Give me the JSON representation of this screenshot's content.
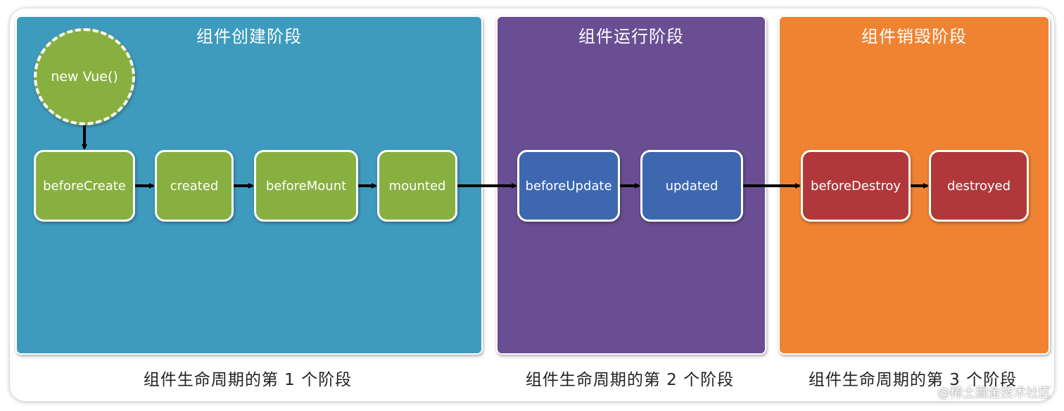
{
  "stages": {
    "create": {
      "title": "组件创建阶段",
      "footer": "组件生命周期的第 1 个阶段",
      "color": "#3e9bbe"
    },
    "run": {
      "title": "组件运行阶段",
      "footer": "组件生命周期的第 2 个阶段",
      "color": "#6a4e94"
    },
    "destroy": {
      "title": "组件销毁阶段",
      "footer": "组件生命周期的第 3 个阶段",
      "color": "#ef8332"
    }
  },
  "start": {
    "label": "new Vue()"
  },
  "nodes": {
    "beforeCreate": "beforeCreate",
    "created": "created",
    "beforeMount": "beforeMount",
    "mounted": "mounted",
    "beforeUpdate": "beforeUpdate",
    "updated": "updated",
    "beforeDestroy": "beforeDestroy",
    "destroyed": "destroyed"
  },
  "node_colors": {
    "create": "#88b040",
    "run": "#3d68b0",
    "destroy": "#b0383a"
  },
  "watermark": "@稀土掘金技术社区"
}
